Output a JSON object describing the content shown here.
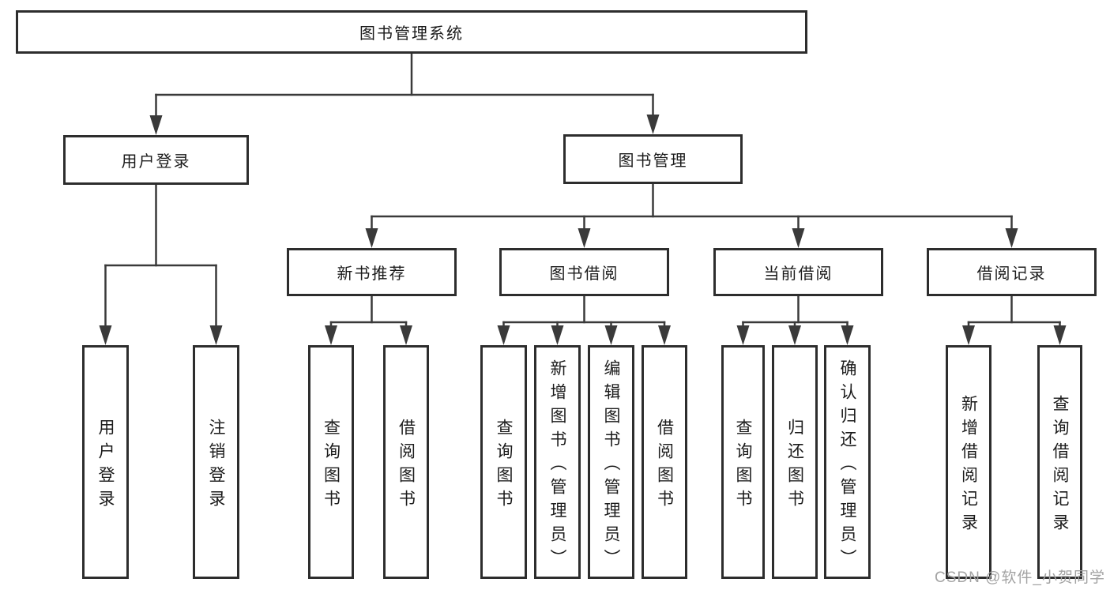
{
  "watermark": "CSDN @软件_小贺同学",
  "colors": {
    "background": "#ffffff",
    "line": "#3a3a3a",
    "box_border": "#2d2d2d",
    "box_fill": "#ffffff",
    "text": "#1b1b1b",
    "watermark": "#a3a3a3"
  },
  "tree": {
    "id": "root",
    "label": "图书管理系统",
    "children": [
      {
        "id": "user-login",
        "label": "用户登录",
        "children": [
          {
            "id": "user-login-leaf",
            "label": "用户登录"
          },
          {
            "id": "logout-leaf",
            "label": "注销登录"
          }
        ]
      },
      {
        "id": "book-mgmt",
        "label": "图书管理",
        "children": [
          {
            "id": "new-books",
            "label": "新书推荐",
            "children": [
              {
                "id": "nb-search",
                "label": "查询图书"
              },
              {
                "id": "nb-borrow",
                "label": "借阅图书"
              }
            ]
          },
          {
            "id": "book-borrow",
            "label": "图书借阅",
            "children": [
              {
                "id": "bb-search",
                "label": "查询图书"
              },
              {
                "id": "bb-add",
                "label": "新增图书（管理员）"
              },
              {
                "id": "bb-edit",
                "label": "编辑图书（管理员）"
              },
              {
                "id": "bb-borrow",
                "label": "借阅图书"
              }
            ]
          },
          {
            "id": "current-borrow",
            "label": "当前借阅",
            "children": [
              {
                "id": "cb-search",
                "label": "查询图书"
              },
              {
                "id": "cb-return",
                "label": "归还图书"
              },
              {
                "id": "cb-confirm",
                "label": "确认归还（管理员）"
              }
            ]
          },
          {
            "id": "borrow-records",
            "label": "借阅记录",
            "children": [
              {
                "id": "br-add",
                "label": "新增借阅记录"
              },
              {
                "id": "br-search",
                "label": "查询借阅记录"
              }
            ]
          }
        ]
      }
    ]
  }
}
